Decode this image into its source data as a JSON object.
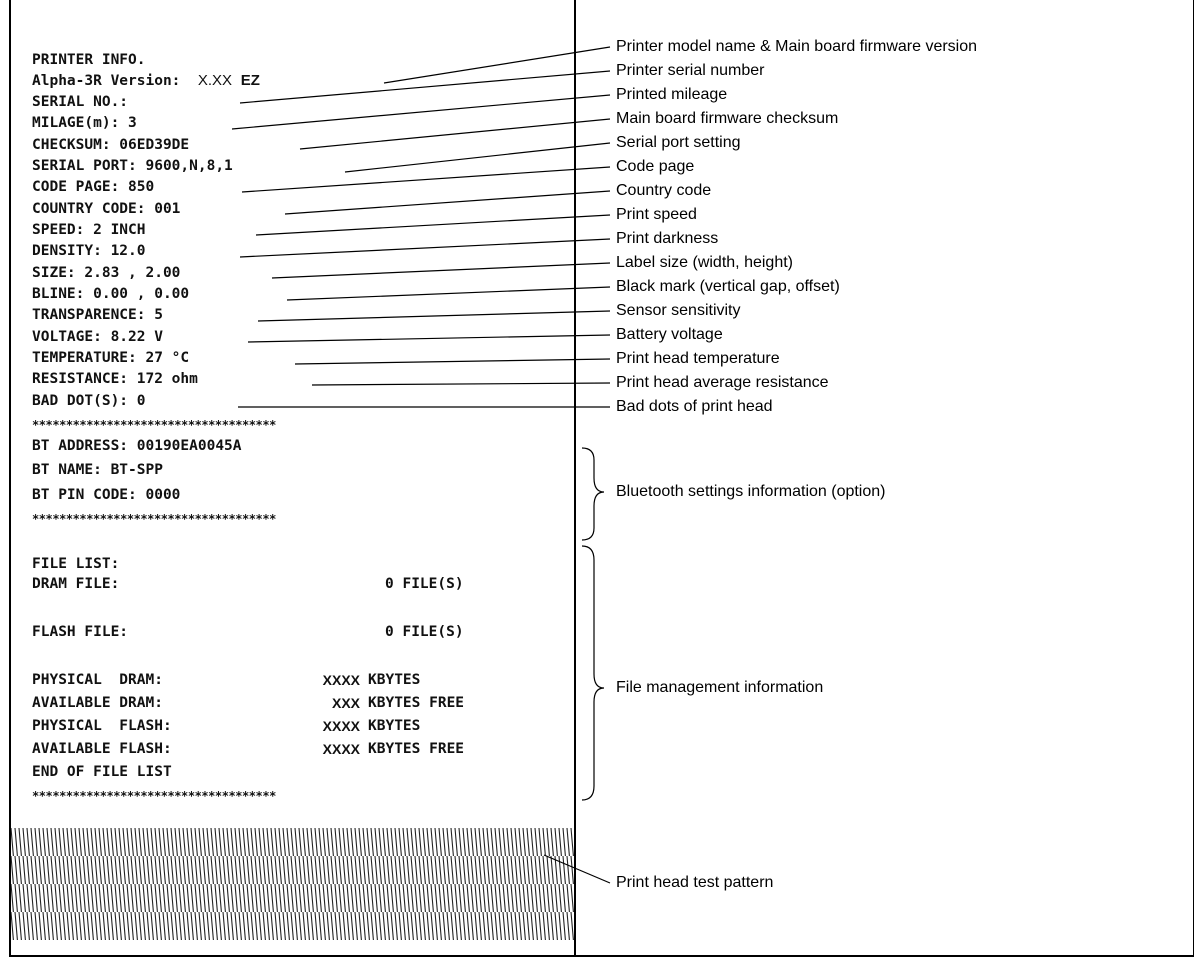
{
  "printout": {
    "title": "PRINTER INFO.",
    "model_label": "Alpha-3R Version:",
    "model_version": "X.XX",
    "model_suffix": "EZ",
    "lines": [
      "SERIAL NO.:",
      "MILAGE(m): 3",
      "CHECKSUM: 06ED39DE",
      "SERIAL PORT: 9600,N,8,1",
      "CODE PAGE: 850",
      "COUNTRY CODE: 001",
      "SPEED: 2 INCH",
      "DENSITY: 12.0",
      "SIZE: 2.83 , 2.00",
      "BLINE: 0.00 , 0.00",
      "TRANSPARENCE: 5",
      "VOLTAGE: 8.22 V",
      "TEMPERATURE: 27 °C",
      "RESISTANCE: 172 ohm",
      "BAD DOT(S): 0"
    ],
    "separator": "************************************",
    "bluetooth": [
      "BT ADDRESS: 00190EA0045A",
      "BT NAME: BT-SPP",
      "BT PIN CODE: 0000"
    ],
    "file_list_title": "FILE LIST:",
    "dram_file_label": "DRAM FILE:",
    "dram_file_count": "0 FILE(S)",
    "flash_file_label": "FLASH FILE:",
    "flash_file_count": "0 FILE(S)",
    "memory": [
      {
        "label": "PHYSICAL  DRAM:",
        "value": "XXXX",
        "unit": "KBYTES"
      },
      {
        "label": "AVAILABLE DRAM:",
        "value": "XXX",
        "unit": "KBYTES FREE"
      },
      {
        "label": "PHYSICAL  FLASH:",
        "value": "XXXX",
        "unit": "KBYTES"
      },
      {
        "label": "AVAILABLE FLASH:",
        "value": "XXXX",
        "unit": "KBYTES FREE"
      }
    ],
    "end_of_list": "END OF FILE LIST"
  },
  "annotations": [
    "Printer model name & Main board firmware version",
    "Printer serial number",
    "Printed mileage",
    "Main board firmware checksum",
    "Serial port setting",
    "Code page",
    "Country code",
    "Print speed",
    "Print darkness",
    "Label size (width, height)",
    "Black mark (vertical gap, offset)",
    "Sensor sensitivity",
    "Battery voltage",
    "Print head temperature",
    "Print head average resistance",
    "Bad dots of print head"
  ],
  "group_annotations": {
    "bluetooth": "Bluetooth settings information (option)",
    "file_management": "File management information",
    "test_pattern": "Print head test pattern"
  }
}
